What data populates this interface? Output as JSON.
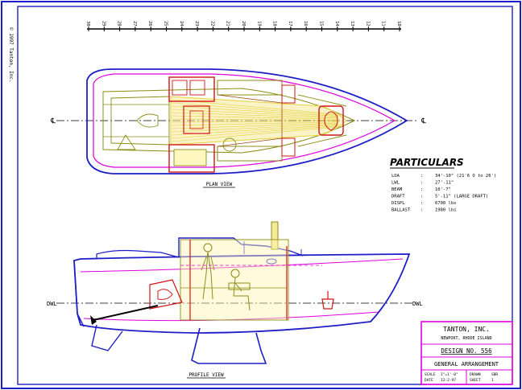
{
  "drawing": {
    "copyright": "© 1997 Tanton, Inc.",
    "scale_labels": [
      "10",
      "11",
      "12",
      "13",
      "14",
      "15",
      "16",
      "17",
      "18",
      "19",
      "20",
      "21",
      "22",
      "23",
      "24",
      "25",
      "26",
      "27",
      "28",
      "29",
      "30"
    ],
    "centerline_symbol": "℄",
    "plan_view_label": "PLAN VIEW",
    "profile_view_label": "PROFILE VIEW",
    "dwl_left": "DWL",
    "dwl_right": "DWL"
  },
  "particulars": {
    "title": "PARTICULARS",
    "rows": [
      {
        "label": "LOA",
        "sep": ":",
        "value": "34'-10\" (21'6 O to 26')"
      },
      {
        "label": "LWL",
        "sep": ":",
        "value": "27'-11\""
      },
      {
        "label": "BEAM",
        "sep": ":",
        "value": "10'-7\""
      },
      {
        "label": "DRAFT",
        "sep": ":",
        "value": "5'-11\" (LARGE DRAFT)"
      },
      {
        "label": "DISPL",
        "sep": ":",
        "value": "6700 lbs"
      },
      {
        "label": "BALLAST",
        "sep": ":",
        "value": "1980 lbs"
      }
    ]
  },
  "title_block": {
    "company": "TANTON, INC.",
    "address": "NEWPORT, RHODE ISLAND",
    "design": "DESIGN NO. 556",
    "sheet_title": "GENERAL ARRANGEMENT",
    "scale_label": "SCALE",
    "scale_value": "1\"=1'-0\"",
    "date_label": "DATE",
    "date_value": "12-2-97",
    "drawn_label": "DRAWN",
    "drawn_value": "SBR",
    "sheet_label": "SHEET",
    "sheet_value": "1"
  },
  "colors": {
    "border": "#1e1ec8",
    "hull": "#1e1ec8",
    "magenta": "#e000e0",
    "red": "#d21414",
    "olive": "#8c8c14",
    "yellow": "#e6d23c",
    "brown": "#9a4a14"
  }
}
